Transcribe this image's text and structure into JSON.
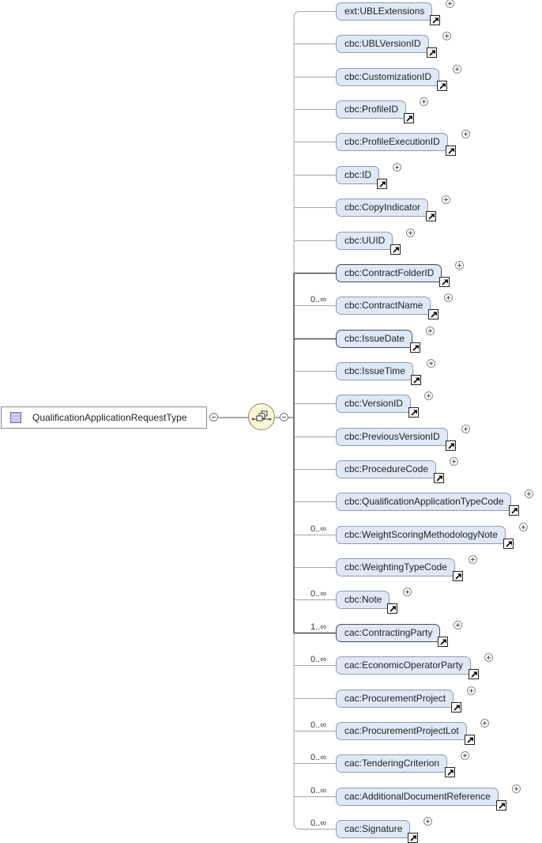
{
  "root": {
    "type_name": "QualificationApplicationRequestType"
  },
  "elements": [
    {
      "name": "ext:UBLExtensions",
      "cardinality": "",
      "required": false
    },
    {
      "name": "cbc:UBLVersionID",
      "cardinality": "",
      "required": false
    },
    {
      "name": "cbc:CustomizationID",
      "cardinality": "",
      "required": false
    },
    {
      "name": "cbc:ProfileID",
      "cardinality": "",
      "required": false
    },
    {
      "name": "cbc:ProfileExecutionID",
      "cardinality": "",
      "required": false
    },
    {
      "name": "cbc:ID",
      "cardinality": "",
      "required": false
    },
    {
      "name": "cbc:CopyIndicator",
      "cardinality": "",
      "required": false
    },
    {
      "name": "cbc:UUID",
      "cardinality": "",
      "required": false
    },
    {
      "name": "cbc:ContractFolderID",
      "cardinality": "",
      "required": true
    },
    {
      "name": "cbc:ContractName",
      "cardinality": "0..∞",
      "required": false
    },
    {
      "name": "cbc:IssueDate",
      "cardinality": "",
      "required": true
    },
    {
      "name": "cbc:IssueTime",
      "cardinality": "",
      "required": false
    },
    {
      "name": "cbc:VersionID",
      "cardinality": "",
      "required": false
    },
    {
      "name": "cbc:PreviousVersionID",
      "cardinality": "",
      "required": false
    },
    {
      "name": "cbc:ProcedureCode",
      "cardinality": "",
      "required": false
    },
    {
      "name": "cbc:QualificationApplicationTypeCode",
      "cardinality": "",
      "required": false
    },
    {
      "name": "cbc:WeightScoringMethodologyNote",
      "cardinality": "0..∞",
      "required": false
    },
    {
      "name": "cbc:WeightingTypeCode",
      "cardinality": "",
      "required": false
    },
    {
      "name": "cbc:Note",
      "cardinality": "0..∞",
      "required": false
    },
    {
      "name": "cac:ContractingParty",
      "cardinality": "1..∞",
      "required": true
    },
    {
      "name": "cac:EconomicOperatorParty",
      "cardinality": "0..∞",
      "required": false
    },
    {
      "name": "cac:ProcurementProject",
      "cardinality": "",
      "required": false
    },
    {
      "name": "cac:ProcurementProjectLot",
      "cardinality": "0..∞",
      "required": false
    },
    {
      "name": "cac:TenderingCriterion",
      "cardinality": "0..∞",
      "required": false
    },
    {
      "name": "cac:AdditionalDocumentReference",
      "cardinality": "0..∞",
      "required": false
    },
    {
      "name": "cac:Signature",
      "cardinality": "0..∞",
      "required": false
    }
  ],
  "icons": {
    "root_type": "complex-type-icon",
    "compositor": "sequence-compositor-icon",
    "collapse": "collapse-minus-icon",
    "expand": "expand-plus-icon",
    "reference": "reference-arrow-icon"
  },
  "colors": {
    "element_fill": "#dfe9f6",
    "element_border": "#8b9cb3",
    "required_border": "#3d4e66",
    "connector": "#a6a6a6",
    "required_connector": "#4a4a4a",
    "sequence_fill": "#fbf8d8"
  }
}
